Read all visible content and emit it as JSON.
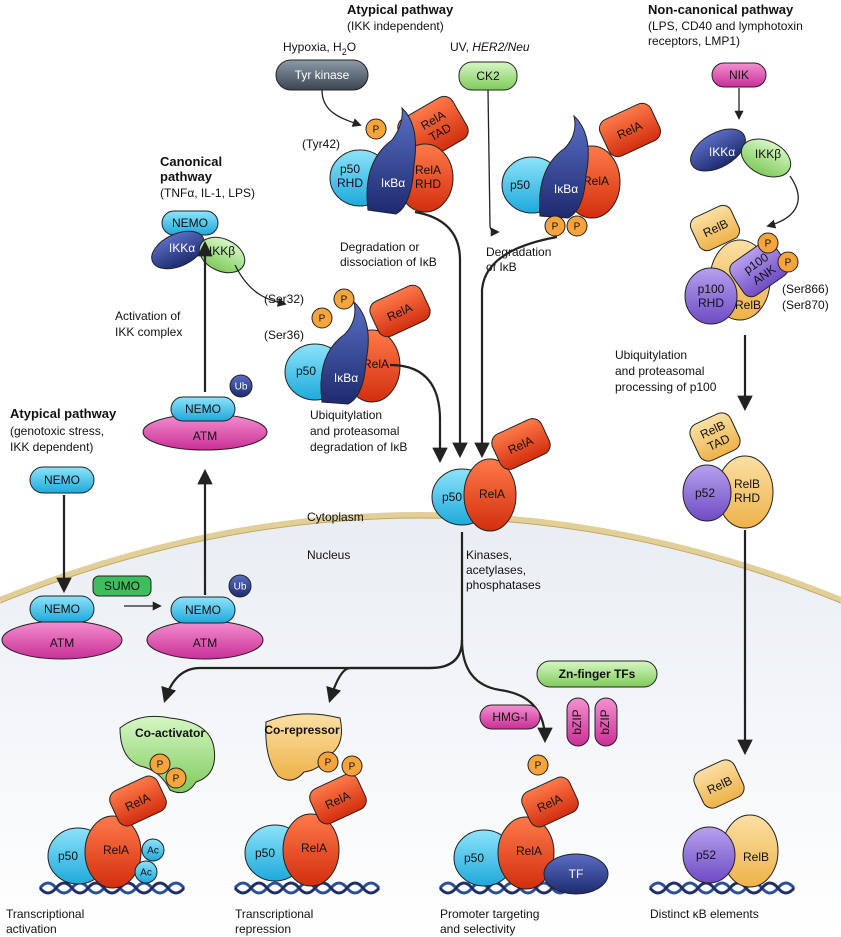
{
  "headers": {
    "atypical_top": {
      "title": "Atypical pathway",
      "sub": [
        "(IKK independent)"
      ]
    },
    "noncanonical": {
      "title": "Non-canonical pathway",
      "sub": [
        "(LPS, CD40 and lymphotoxin",
        "receptors, LMP1)"
      ]
    },
    "canonical": {
      "title": [
        "Canonical",
        "pathway"
      ],
      "sub": [
        "(TNFα, IL-1, LPS)"
      ]
    },
    "atypical_left": {
      "title": "Atypical pathway",
      "sub": [
        "(genotoxic stress,",
        "IKK dependent)"
      ]
    }
  },
  "stimuli": {
    "hypoxia": "Hypoxia, H",
    "hypoxia_sub": "2",
    "hypoxia_o": "O",
    "uv": "UV, ",
    "her2": "HER2/Neu"
  },
  "proteins": {
    "tyr_kinase": "Tyr kinase",
    "ck2": "CK2",
    "nik": "NIK",
    "nemo": "NEMO",
    "ikka": "IKKα",
    "ikkb": "IKKβ",
    "p50": "p50",
    "p50_rhd": [
      "p50",
      "RHD"
    ],
    "relA": "RelA",
    "relA_tad": [
      "RelA",
      "TAD"
    ],
    "relA_rhd": [
      "RelA",
      "RHD"
    ],
    "ikba": "IκBα",
    "p": "P",
    "ub": "Ub",
    "atm": "ATM",
    "sumo": "SUMO",
    "relB": "RelB",
    "relB_tad": [
      "RelB",
      "TAD"
    ],
    "relB_rhd": [
      "RelB",
      "RHD"
    ],
    "p100_rhd": [
      "p100",
      "RHD"
    ],
    "p100_ank": [
      "p100",
      "ANK"
    ],
    "p52": "p52",
    "co_activator": "Co-activator",
    "co_repressor": "Co-repressor",
    "ac": "Ac",
    "zn_finger": "Zn-finger TFs",
    "hmg": "HMG-I",
    "bzip": "bZIP",
    "tf": "TF"
  },
  "sites": {
    "tyr42": "(Tyr42)",
    "ser32": "(Ser32)",
    "ser36": "(Ser36)",
    "ser866": "(Ser866)",
    "ser870": "(Ser870)"
  },
  "annotations": {
    "degradation_or": [
      "Degradation or",
      "dissociation of IκB"
    ],
    "degradation": [
      "Degradation",
      "of IκB"
    ],
    "activation_ikk": [
      "Activation of",
      "IKK complex"
    ],
    "ubiquitylation_ikb": [
      "Ubiquitylation",
      "and proteasomal",
      "degradation of IκB"
    ],
    "ubiquitylation_p100": [
      "Ubiquitylation",
      "and proteasomal",
      "processing of p100"
    ],
    "cytoplasm": "Cytoplasm",
    "nucleus": "Nucleus",
    "kinases": [
      "Kinases,",
      "acetylases,",
      "phosphatases"
    ]
  },
  "outcomes": {
    "activation": [
      "Transcriptional",
      "activation"
    ],
    "repression": [
      "Transcriptional",
      "repression"
    ],
    "targeting": [
      "Promoter targeting",
      "and selectivity"
    ],
    "distinct": [
      "Distinct κB elements"
    ]
  },
  "colors": {
    "cyan": "#3cc4ec",
    "relA_red": "#e8431f",
    "navy": "#2e3f8f",
    "nemo_cyan": "#5fd3f2",
    "atm_pink": "#e04fb0",
    "ikkb_green": "#9bd67a",
    "ck2_green": "#b8ea9e",
    "relB_yellow": "#f5c66b",
    "p100_purple": "#8c6fd6",
    "p_orange": "#f7a43c",
    "sumo_green": "#3dbd5c",
    "membrane": "#e8d49c"
  }
}
